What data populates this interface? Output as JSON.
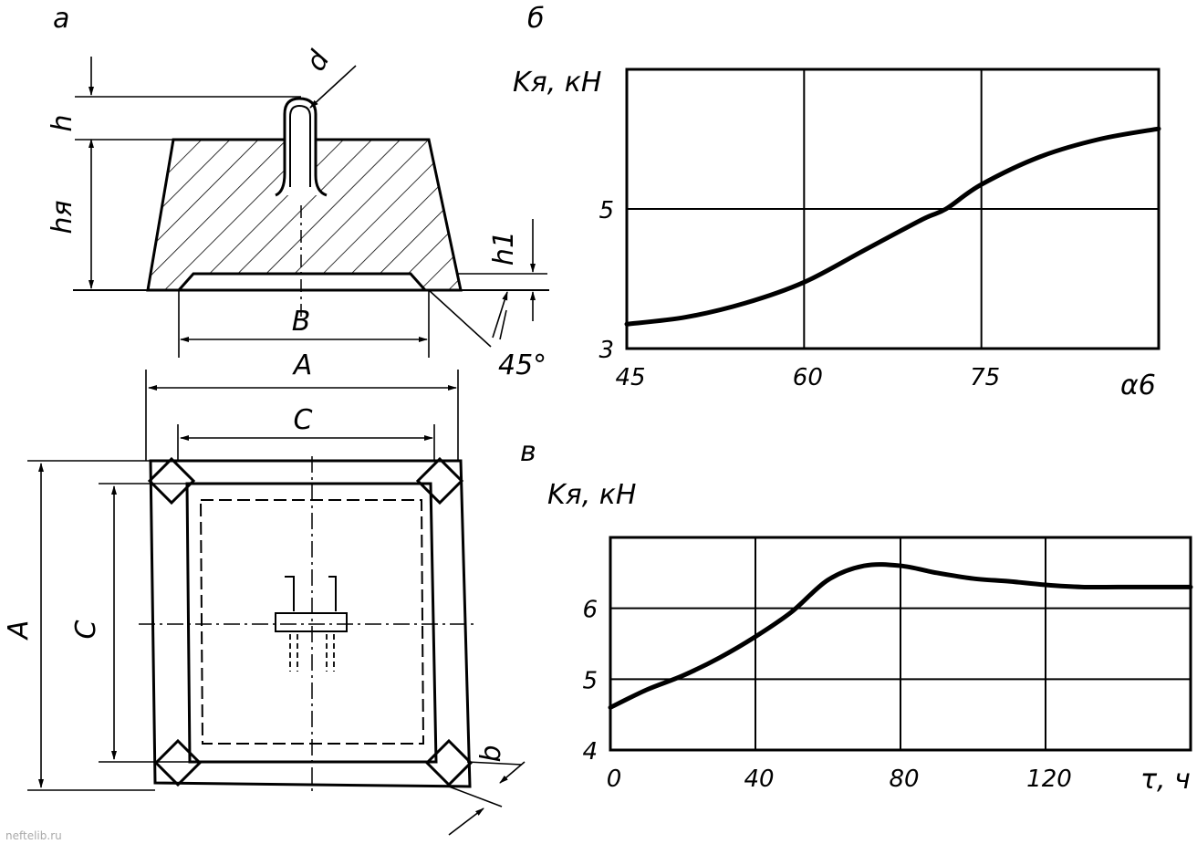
{
  "panel_labels": {
    "a": "а",
    "b": "б",
    "c": "в"
  },
  "drawing": {
    "dims": {
      "d": "d",
      "h": "h",
      "h_ya": "hя",
      "h1": "h1",
      "B": "B",
      "A_bottom": "A",
      "angle": "45°",
      "A_top": "A",
      "C_top": "C",
      "A_left": "A",
      "C_left": "C",
      "b": "b"
    }
  },
  "chart_data": [
    {
      "type": "line",
      "panel": "б",
      "ylabel": "Kя, кН",
      "xlabel": "α6",
      "x_ticks": [
        "45",
        "60",
        "75"
      ],
      "y_ticks": [
        "3",
        "5"
      ],
      "xlim": [
        45,
        90
      ],
      "ylim": [
        3,
        7
      ],
      "grid": true,
      "x": [
        45,
        50,
        55,
        60,
        65,
        70,
        72,
        75,
        80,
        85,
        90
      ],
      "values": [
        3.35,
        3.45,
        3.65,
        3.95,
        4.4,
        4.85,
        5.0,
        5.35,
        5.75,
        6.0,
        6.15
      ]
    },
    {
      "type": "line",
      "panel": "в",
      "ylabel": "Kя, кН",
      "xlabel": "τ, ч",
      "x_ticks": [
        "0",
        "40",
        "80",
        "120"
      ],
      "y_ticks": [
        "4",
        "5",
        "6"
      ],
      "xlim": [
        0,
        160
      ],
      "ylim": [
        4,
        7
      ],
      "grid": true,
      "x": [
        0,
        10,
        20,
        30,
        40,
        50,
        60,
        70,
        80,
        90,
        100,
        110,
        120,
        130,
        140,
        150,
        160
      ],
      "values": [
        4.6,
        4.85,
        5.05,
        5.3,
        5.6,
        5.95,
        6.4,
        6.6,
        6.6,
        6.5,
        6.42,
        6.38,
        6.33,
        6.3,
        6.3,
        6.3,
        6.3
      ]
    }
  ],
  "watermark": "neftelib.ru"
}
